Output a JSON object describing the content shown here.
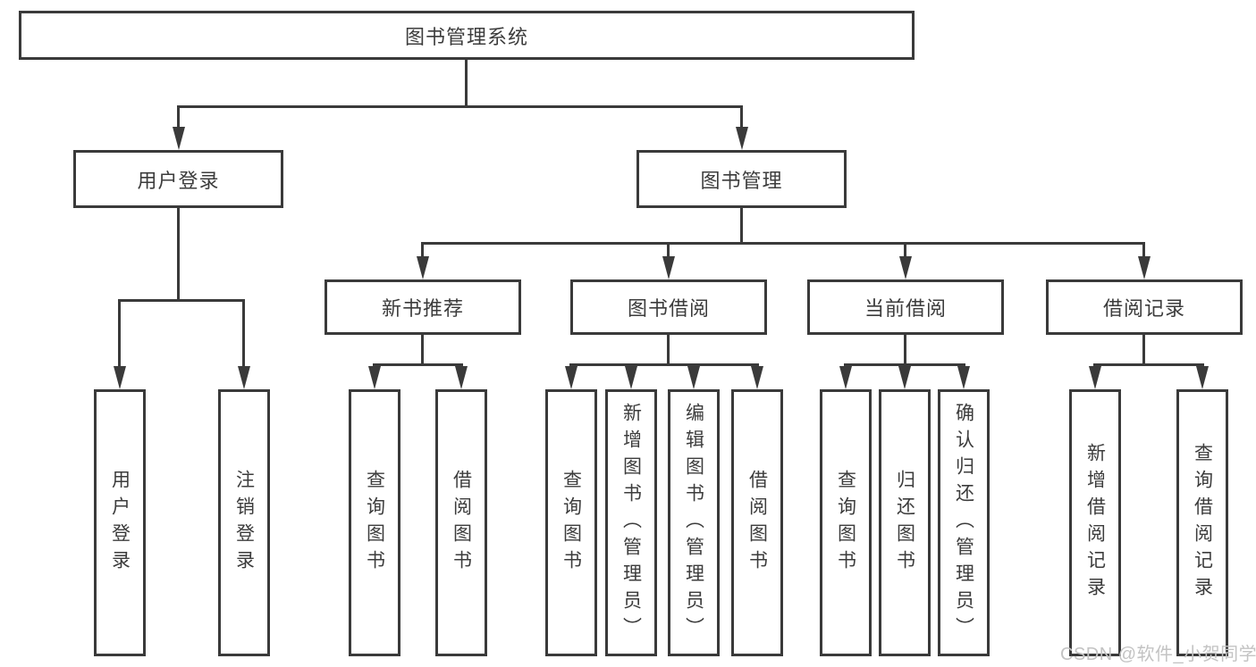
{
  "diagram": {
    "root": "图书管理系统",
    "level2": {
      "userLogin": "用户登录",
      "bookManagement": "图书管理"
    },
    "level3": {
      "newBookRecommend": "新书推荐",
      "bookBorrow": "图书借阅",
      "currentBorrow": "当前借阅",
      "borrowRecords": "借阅记录"
    },
    "leaves": {
      "userLogin": [
        "用户登录",
        "注销登录"
      ],
      "newBookRecommend": [
        "查询图书",
        "借阅图书"
      ],
      "bookBorrow": [
        "查询图书",
        "新增图书（管理员）",
        "编辑图书（管理员）",
        "借阅图书"
      ],
      "currentBorrow": [
        "查询图书",
        "归还图书",
        "确认归还（管理员）"
      ],
      "borrowRecords": [
        "新增借阅记录",
        "查询借阅记录"
      ]
    }
  },
  "colors": {
    "line": "#3a3a3a",
    "text": "#3c3c3c",
    "background": "#ffffff",
    "watermark": "#c3c3c3"
  },
  "watermark": "CSDN @软件_小贺同学"
}
